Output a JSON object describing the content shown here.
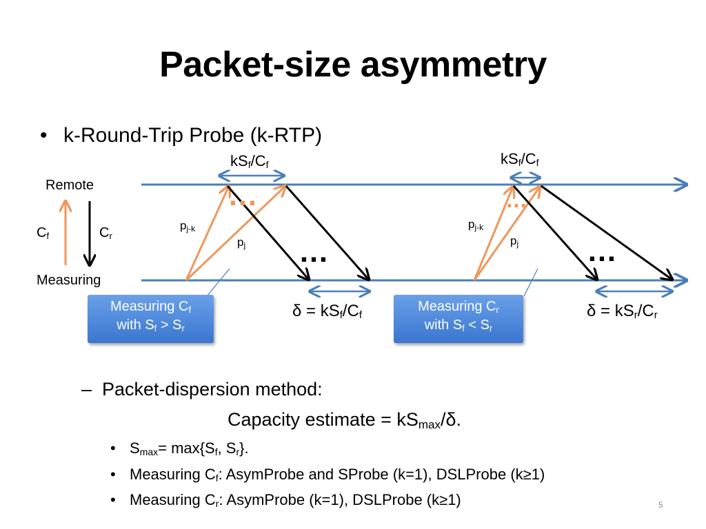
{
  "title": "Packet-size asymmetry",
  "bullet1": {
    "marker": "•",
    "text": "k-Round-Trip Probe (k-RTP)"
  },
  "diagram": {
    "remote_label": "Remote",
    "measuring_label": "Measuring",
    "cf": {
      "base": "C",
      "sub": "f"
    },
    "cr": {
      "base": "C",
      "sub": "r"
    },
    "ellipsis": "…",
    "left": {
      "ks_top": {
        "a": "kS",
        "a_sub": "f",
        "b": "/C",
        "b_sub": "f"
      },
      "pjk": {
        "base": "p",
        "sub": "j-k"
      },
      "pj": {
        "base": "p",
        "sub": "j"
      },
      "delta": {
        "a": "δ = kS",
        "a_sub": "f",
        "b": "/C",
        "b_sub": "f"
      },
      "callout": {
        "l1a": "Measuring C",
        "l1sub": "f",
        "l2a": "with S",
        "l2sub1": "f",
        "l2b": " > S",
        "l2sub2": "r"
      }
    },
    "right": {
      "ks_top": {
        "a": "kS",
        "a_sub": "f",
        "b": "/C",
        "b_sub": "f"
      },
      "pjk": {
        "base": "p",
        "sub": "j-k"
      },
      "pj": {
        "base": "p",
        "sub": "j"
      },
      "delta": {
        "a": "δ = kS",
        "a_sub": "r",
        "b": "/C",
        "b_sub": "r"
      },
      "callout": {
        "l1a": "Measuring C",
        "l1sub": "r",
        "l2a": "with S",
        "l2sub1": "f",
        "l2b": " < S",
        "l2sub2": "r"
      }
    },
    "colors": {
      "timeline": "#4a7ebb",
      "forward": "#f0965a",
      "reverse": "#000000",
      "dots_orange": "#f0965a"
    }
  },
  "sub_bullet": {
    "marker": "–",
    "text": "Packet-dispersion method:"
  },
  "formula": {
    "a": "Capacity estimate = kS",
    "sub": "max",
    "b": "/δ."
  },
  "bullets3": [
    {
      "parts": [
        {
          "t": "S"
        },
        {
          "s": "max"
        },
        {
          "t": "= max{S"
        },
        {
          "s": "f"
        },
        {
          "t": ", S"
        },
        {
          "s": "r"
        },
        {
          "t": "}."
        }
      ]
    },
    {
      "parts": [
        {
          "t": "Measuring C"
        },
        {
          "s": "f"
        },
        {
          "t": ": AsymProbe and SProbe (k=1), DSLProbe (k≥1)"
        }
      ]
    },
    {
      "parts": [
        {
          "t": "Measuring C"
        },
        {
          "s": "r"
        },
        {
          "t": ": AsymProbe (k=1), DSLProbe (k≥1)"
        }
      ]
    }
  ],
  "page_number": "5"
}
